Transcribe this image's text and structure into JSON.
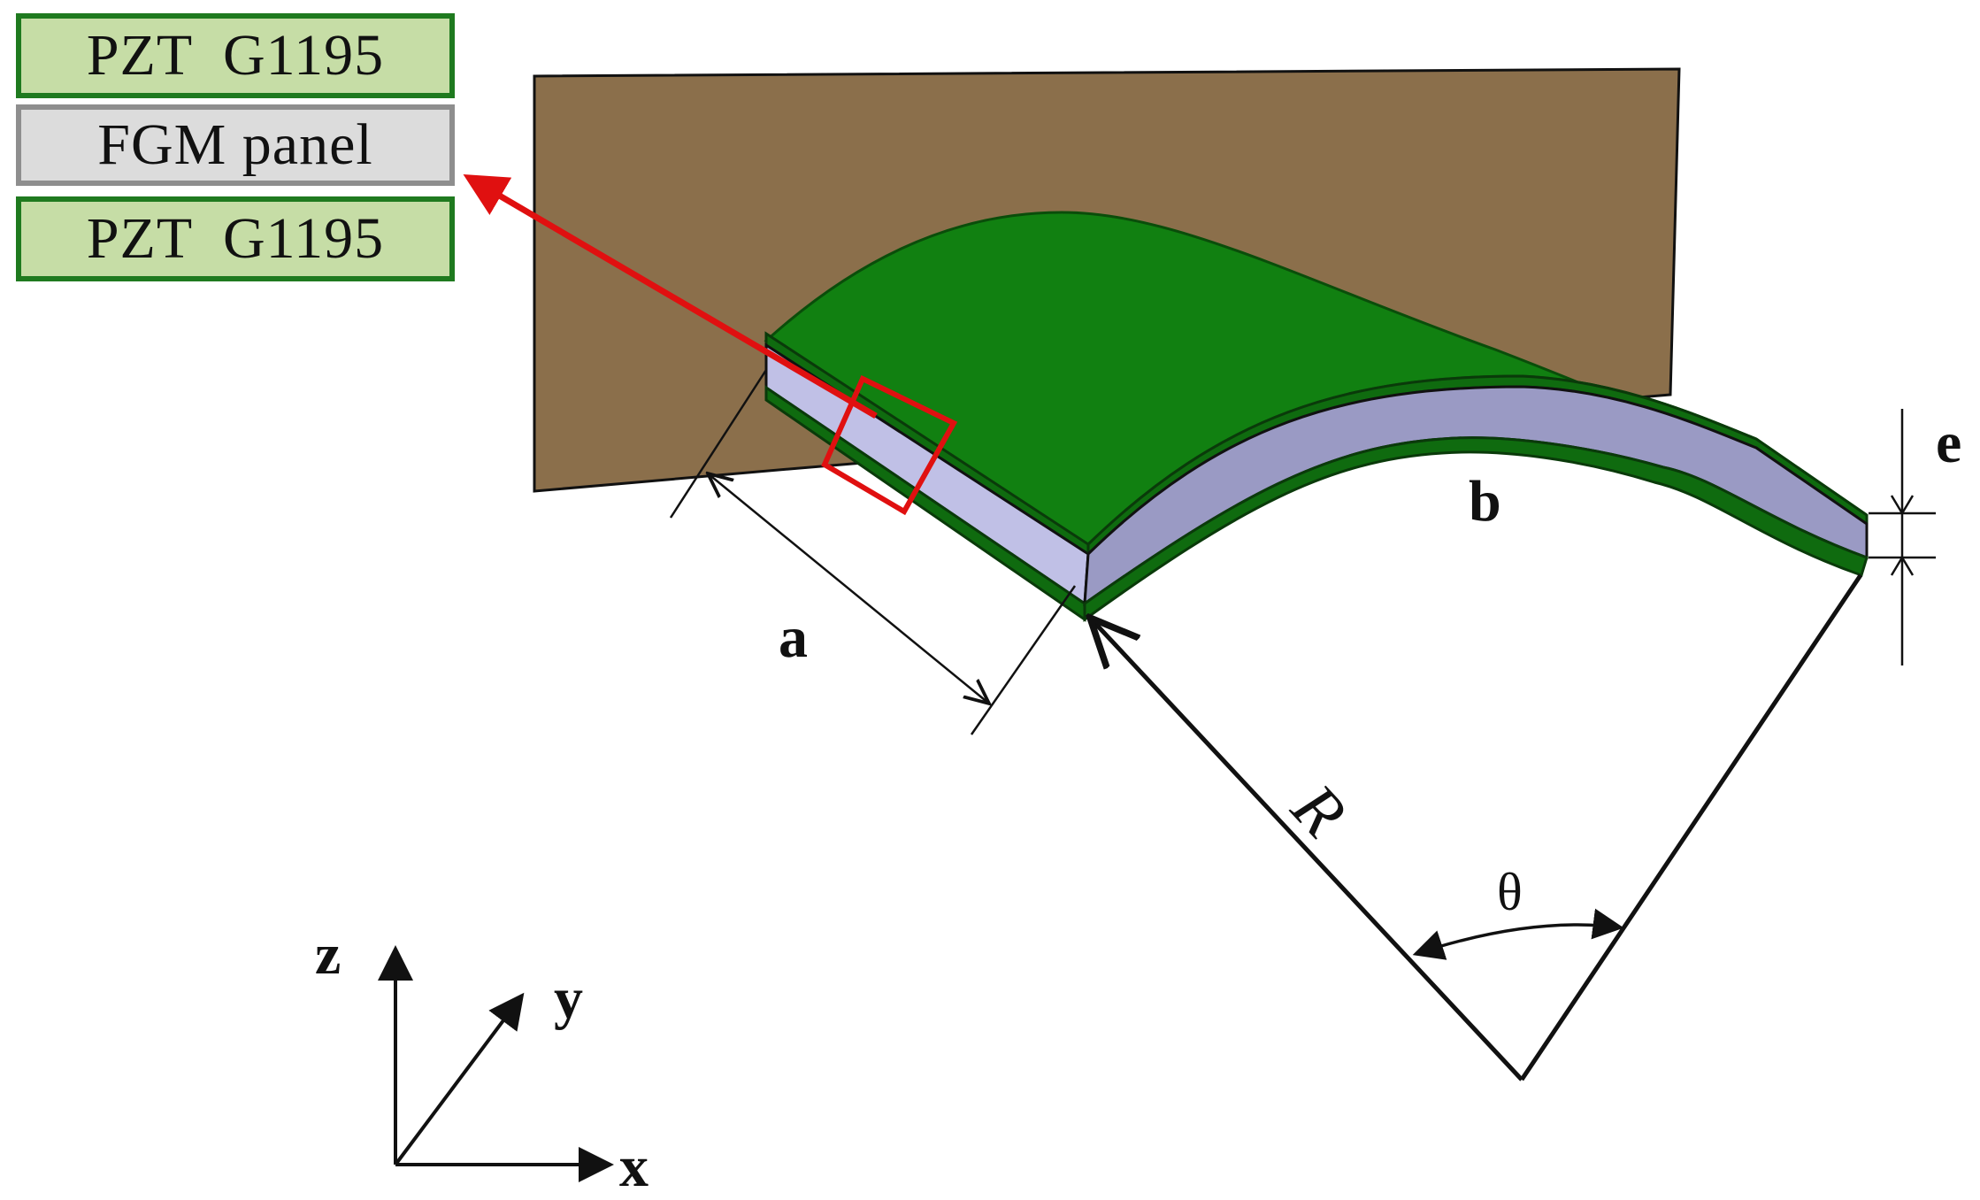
{
  "legend": {
    "layers": [
      {
        "id": "top-pzt",
        "label": "PZT  G1195",
        "color": "#c6dda6",
        "border": "#1f7a1f"
      },
      {
        "id": "fgm-panel",
        "label": "FGM panel",
        "color": "#dcdcdc",
        "border": "#8e8e8e"
      },
      {
        "id": "bottom-pzt",
        "label": "PZT  G1195",
        "color": "#c6dda6",
        "border": "#1f7a1f"
      }
    ]
  },
  "panel": {
    "colors": {
      "background_plate": "#8b6f4b",
      "pzt_surface": "#118011",
      "fgm_core": "#9a9ac4",
      "highlight_box": "#e01010",
      "arrow": "#e01010"
    }
  },
  "dimensions": {
    "length_label": "a",
    "width_label": "b",
    "thickness_label": "e",
    "radius_label": "R",
    "angle_label": "θ"
  },
  "axes": {
    "x_label": "x",
    "y_label": "y",
    "z_label": "z"
  }
}
